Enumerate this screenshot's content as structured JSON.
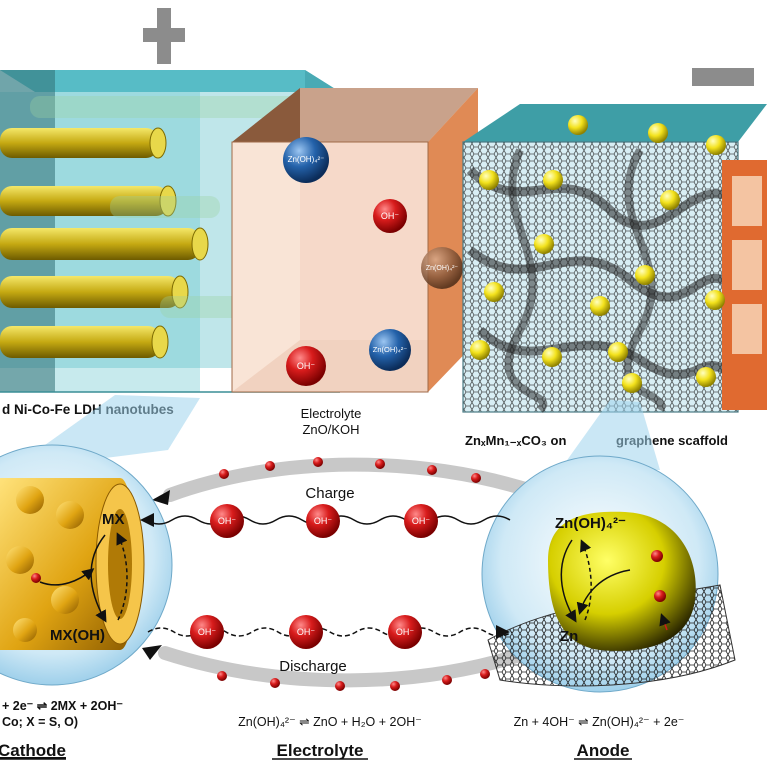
{
  "signs": {
    "plus": "+",
    "minus": "−"
  },
  "labels": {
    "cathode_material": "d Ni-Co-Fe LDH nanotubes",
    "electrolyte": [
      "Electrolyte",
      "ZnO/KOH"
    ],
    "anode_material_formula": "ZnₓMn₁₋ₓCO₃ on",
    "anode_material_rest": "graphene scaffold"
  },
  "ions": {
    "zincate": "Zn(OH)₄²⁻",
    "hydroxide": "OH⁻",
    "electron": "e⁻"
  },
  "cycle": {
    "charge": "Charge",
    "discharge": "Discharge"
  },
  "cathode_species": {
    "mx": "MX",
    "mxoh": "MX(OH)"
  },
  "anode_species": {
    "zincate": "Zn(OH)₄²⁻",
    "zn": "Zn"
  },
  "equations": {
    "cathode_line1": "+ 2e⁻ ⇌ 2MX + 2OH⁻",
    "cathode_line2": "Co; X = S, O)",
    "electrolyte": "Zn(OH)₄²⁻ ⇌ ZnO + H₂O + 2OH⁻",
    "anode": "Zn + 4OH⁻ ⇌ Zn(OH)₄²⁻ + 2e⁻"
  },
  "sections": {
    "cathode": "Cathode",
    "electrolyte": "Electrolyte",
    "anode": "Anode"
  },
  "colors": {
    "cathode_box": "#5fc4cc",
    "electrolyte_box": "#f6dccd",
    "electrode_plate": "#e08a55",
    "nanotube": "#c9b21a",
    "hydroxide": "#d11a1a",
    "zincate": "#1f5fa8",
    "electron_path": "#c8c8c8",
    "zoom_bubble": "#9fd3ec"
  }
}
